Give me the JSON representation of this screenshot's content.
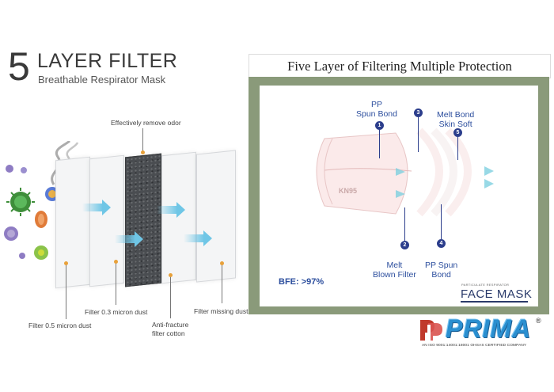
{
  "left": {
    "number": "5",
    "title": "LAYER FILTER",
    "subtitle": "Breathable Respirator Mask",
    "labels": {
      "remove_odor": "Effectively remove odor",
      "filter_03": "Filter 0.3 micron dust",
      "filter_missing": "Filter missing dust",
      "filter_05": "Filter 0.5 micron dust",
      "anti_fracture": "Anti-fracture\nfilter cotton"
    }
  },
  "right": {
    "title": "Five Layer of Filtering Multiple Protection",
    "mask_print": "KN95",
    "layers": [
      {
        "n": "1",
        "label": "PP\nSpun Bond"
      },
      {
        "n": "2",
        "label": "Melt\nBlown Filter"
      },
      {
        "n": "3",
        "label": ""
      },
      {
        "n": "4",
        "label": "PP Spun\nBond"
      },
      {
        "n": "5",
        "label": "Melt Bond\nSkin Soft"
      }
    ],
    "bfe": "BFE: >97%",
    "brand_small": "PARTICULATE RESPIRATOR",
    "brand_big": "FACE MASK"
  },
  "logo": {
    "word": "PRIMA",
    "reg": "®",
    "cert": "AN ISO 9001:14001:18001 OHSAS CERTIFIED COMPANY"
  },
  "colors": {
    "frame": "#8a9a7a",
    "accent_blue": "#2d4f9e",
    "logo_blue": "#2a8fd0",
    "logo_red": "#c0392b"
  }
}
